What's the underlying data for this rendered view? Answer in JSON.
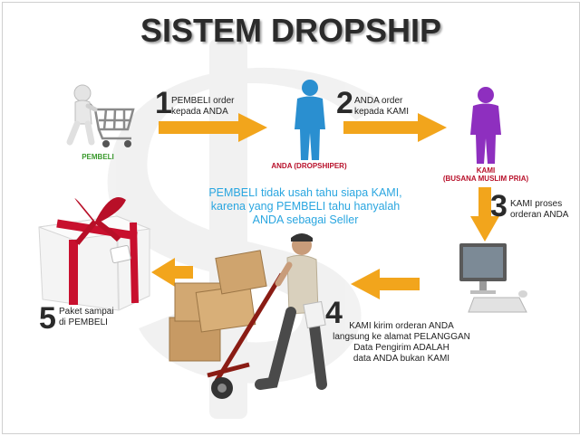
{
  "title": "SISTEM DROPSHIP",
  "colors": {
    "arrow": "#f2a51c",
    "buyer_label": "#3b9a2e",
    "role_label": "#b8102a",
    "message": "#2aa6e0",
    "dropshipper_figure": "#2a8fd0",
    "supplier_figure": "#8e2fbf"
  },
  "actors": {
    "buyer": {
      "label": "PEMBELI",
      "icon": "shopping-cart-person-icon"
    },
    "dropshipper": {
      "label": "ANDA (DROPSHIPER)",
      "icon": "person-figure-icon"
    },
    "supplier": {
      "label_line1": "KAMI",
      "label_line2": "(BUSANA MUSLIM PRIA)",
      "icon": "person-figure-icon"
    }
  },
  "steps": [
    {
      "number": "1",
      "lines": [
        "PEMBELI order",
        "kepada ANDA"
      ]
    },
    {
      "number": "2",
      "lines": [
        "ANDA order",
        "kepada KAMI"
      ]
    },
    {
      "number": "3",
      "lines": [
        "KAMI proses",
        "orderan ANDA"
      ]
    },
    {
      "number": "4",
      "lines": [
        "KAMI kirim orderan ANDA",
        "langsung ke alamat PELANGGAN",
        "Data Pengirim ADALAH",
        "data ANDA bukan KAMI"
      ]
    },
    {
      "number": "5",
      "lines": [
        "Paket sampai",
        "di PEMBELI"
      ]
    }
  ],
  "center_message": [
    "PEMBELI tidak usah tahu siapa KAMI,",
    "karena yang PEMBELI tahu hanyalah",
    "ANDA sebagai Seller"
  ]
}
